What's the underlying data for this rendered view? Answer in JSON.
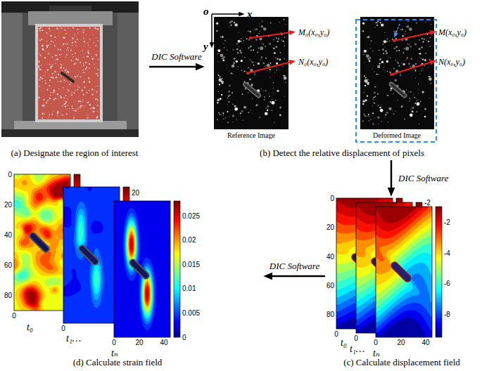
{
  "diagram": {
    "nodes": [
      {
        "text": [
          "(a) Designate the region of interest"
        ]
      },
      {
        "text": [
          "(b) Detect the relative displacement of pixels"
        ]
      },
      {
        "text": [
          "(c) Calculate displacement field"
        ]
      },
      {
        "text": [
          "(d) Calculate strain field"
        ]
      }
    ],
    "edges": [
      {
        "from": 0,
        "to": 1,
        "arrow": "to",
        "label": "DIC Software"
      },
      {
        "from": 1,
        "to": 2,
        "arrow": "to",
        "label": "DIC Software"
      },
      {
        "from": 2,
        "to": 3,
        "arrow": "to",
        "label": "DIC Software"
      }
    ],
    "labels": [
      "o",
      "x",
      "y",
      "M₀(x₀,y₀)",
      "N₀(x₀,y₀)",
      "M(x₀,y₀)",
      "N(x₀,y₀)",
      "Reference Image",
      "Deformed Image",
      "0",
      "20",
      "40",
      "60",
      "80",
      "0",
      "t₀",
      "-2",
      "0",
      "t₁…",
      "-2",
      "-4",
      "-6",
      "-8",
      "0",
      "20",
      "40",
      "tₙ",
      "0",
      "20",
      "40",
      "60",
      "80",
      "0",
      "t₀",
      "20",
      "0",
      "t₁…",
      "0.025",
      "0.02",
      "0.015",
      "0.01",
      "0.005",
      "0",
      "0",
      "20",
      "40",
      "tₙ"
    ]
  }
}
